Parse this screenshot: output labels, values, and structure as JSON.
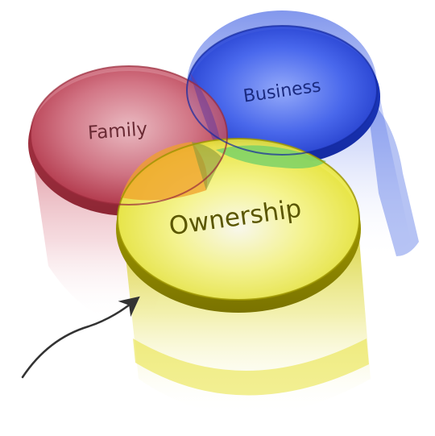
{
  "diagram": {
    "circles": [
      {
        "label": "Family",
        "color": "#c23a4c"
      },
      {
        "label": "Business",
        "color": "#2f52e0"
      },
      {
        "label": "Ownership",
        "color": "#d8d000"
      }
    ],
    "pointer": "arrow-icon"
  }
}
